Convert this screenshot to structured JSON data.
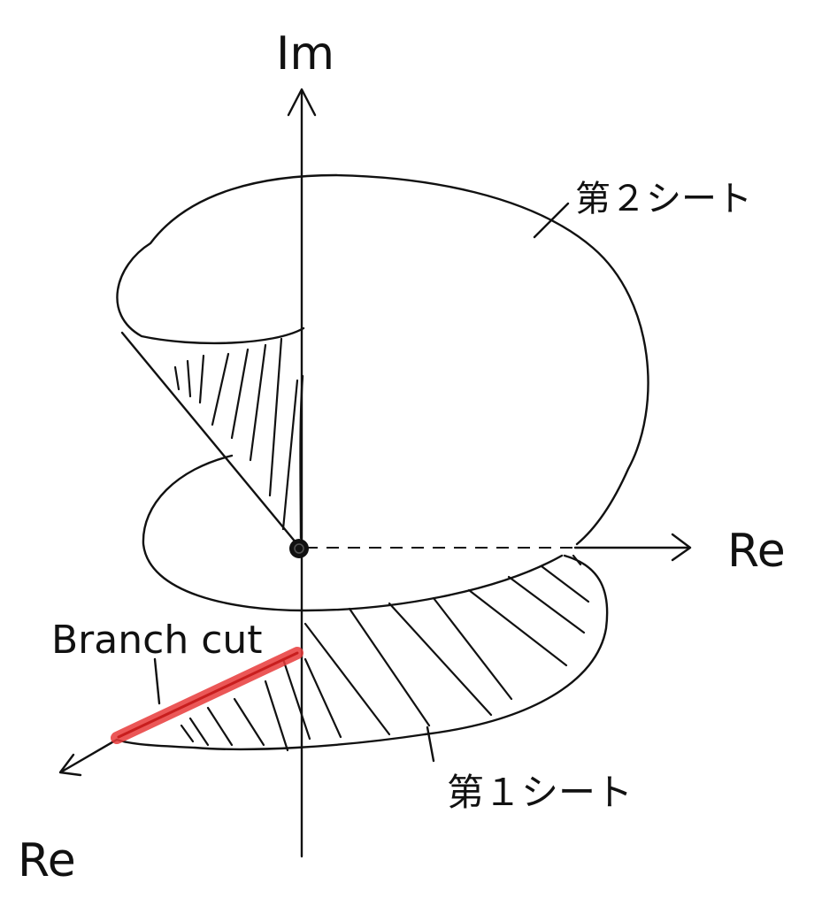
{
  "labels": {
    "imaginary_axis": "Im",
    "real_axis_right": "Re",
    "real_axis_front": "Re",
    "branch_cut": "Branch cut",
    "sheet_2": "第２シート",
    "sheet_1": "第１シート"
  },
  "colors": {
    "ink": "#111111",
    "branch_cut": "#e8393a",
    "background": "#ffffff"
  }
}
